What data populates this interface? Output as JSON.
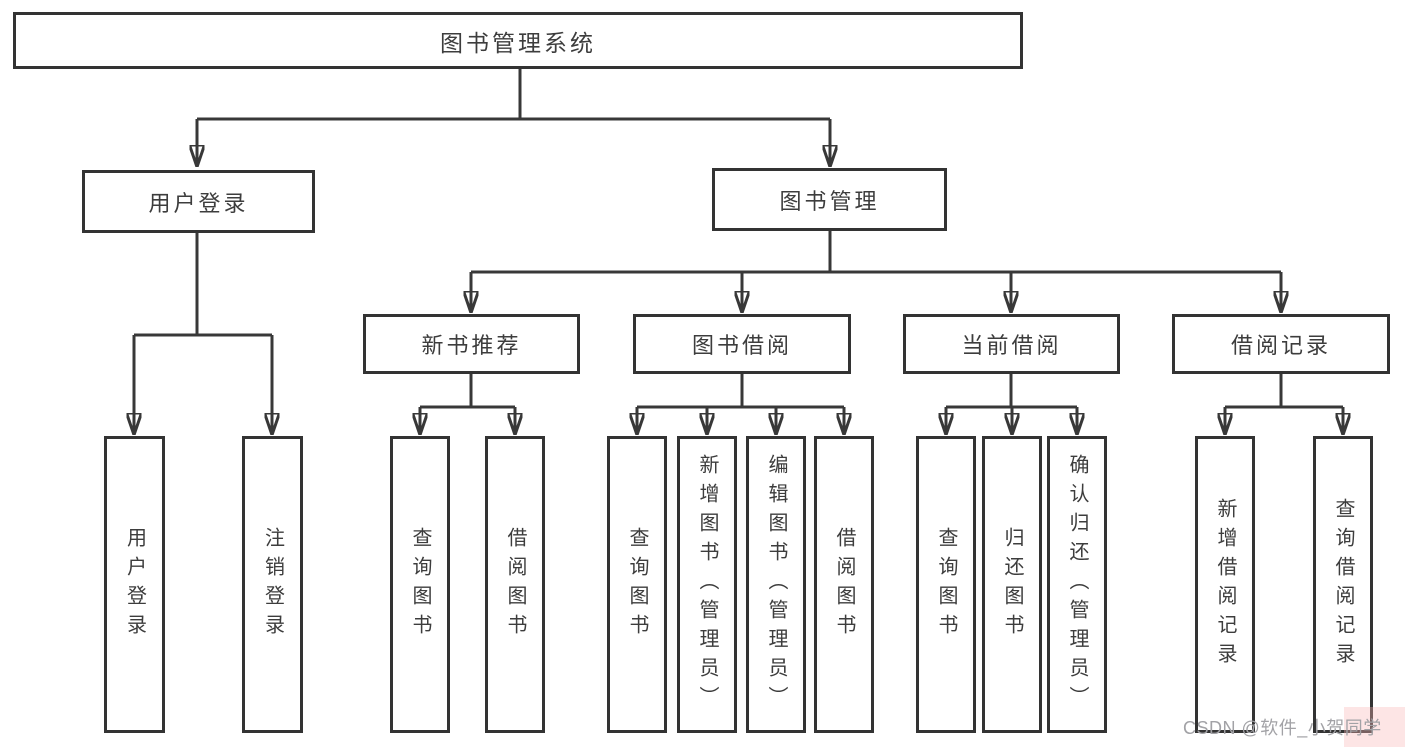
{
  "diagram": {
    "title": "图书管理系统",
    "root": {
      "label": "图书管理系统"
    },
    "level2": [
      {
        "label": "用户登录"
      },
      {
        "label": "图书管理"
      }
    ],
    "level3": [
      {
        "label": "新书推荐",
        "parent": "图书管理"
      },
      {
        "label": "图书借阅",
        "parent": "图书管理"
      },
      {
        "label": "当前借阅",
        "parent": "图书管理"
      },
      {
        "label": "借阅记录",
        "parent": "图书管理"
      }
    ],
    "leaves": [
      {
        "label": "用户登录",
        "parent": "用户登录"
      },
      {
        "label": "注销登录",
        "parent": "用户登录"
      },
      {
        "label": "查询图书",
        "parent": "新书推荐"
      },
      {
        "label": "借阅图书",
        "parent": "新书推荐"
      },
      {
        "label": "查询图书",
        "parent": "图书借阅"
      },
      {
        "label": "新增图书（管理员）",
        "parent": "图书借阅"
      },
      {
        "label": "编辑图书（管理员）",
        "parent": "图书借阅"
      },
      {
        "label": "借阅图书",
        "parent": "图书借阅"
      },
      {
        "label": "查询图书",
        "parent": "当前借阅"
      },
      {
        "label": "归还图书",
        "parent": "当前借阅"
      },
      {
        "label": "确认归还（管理员）",
        "parent": "当前借阅"
      },
      {
        "label": "新增借阅记录",
        "parent": "借阅记录"
      },
      {
        "label": "查询借阅记录",
        "parent": "借阅记录"
      }
    ]
  },
  "colors": {
    "line": "#383838",
    "border": "#333333",
    "text": "#3d3d3d",
    "background": "#ffffff",
    "watermark_text": "#a2a2a6",
    "watermark_highlight": "#f8b4b4"
  },
  "watermark": {
    "text": "CSDN @软件_小贺同学"
  }
}
